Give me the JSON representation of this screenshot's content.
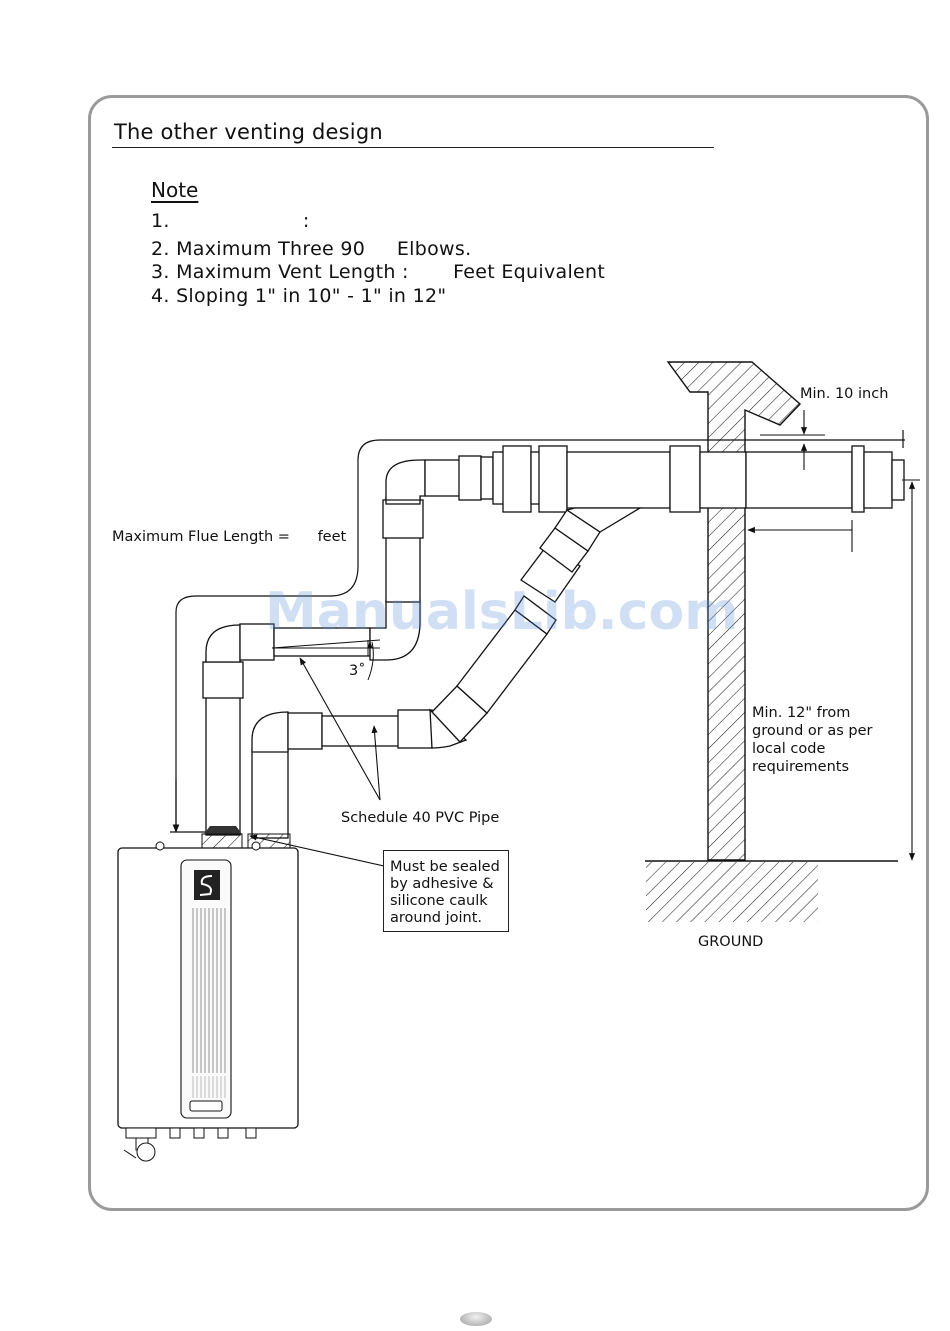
{
  "title": "The other venting design",
  "note": {
    "heading": "Note",
    "lines": [
      "1.                     :",
      "2. Maximum Three 90     Elbows.",
      "3. Maximum Vent Length :       Feet Equivalent",
      "4. Sloping 1\" in 10\" - 1\" in 12\""
    ]
  },
  "labels": {
    "max_flue_length": "Maximum Flue Length =      feet",
    "min_10_inch": "Min. 10 inch",
    "angle": "3˚",
    "min_12_lines": [
      "Min. 12\" from",
      "ground or as per",
      "local code",
      "requirements"
    ],
    "pvc_pipe": "Schedule 40 PVC Pipe",
    "sealed_lines": [
      "Must be sealed",
      "by adhesive &",
      "silicone caulk",
      "around joint."
    ],
    "ground": "GROUND"
  },
  "watermark": "ManualsLib.com",
  "colors": {
    "frame": "#9a9a9a",
    "line": "#111111",
    "watermark": "#5a8cdc"
  },
  "icons": {
    "heater_logo": "stylized-s-logo-icon"
  }
}
